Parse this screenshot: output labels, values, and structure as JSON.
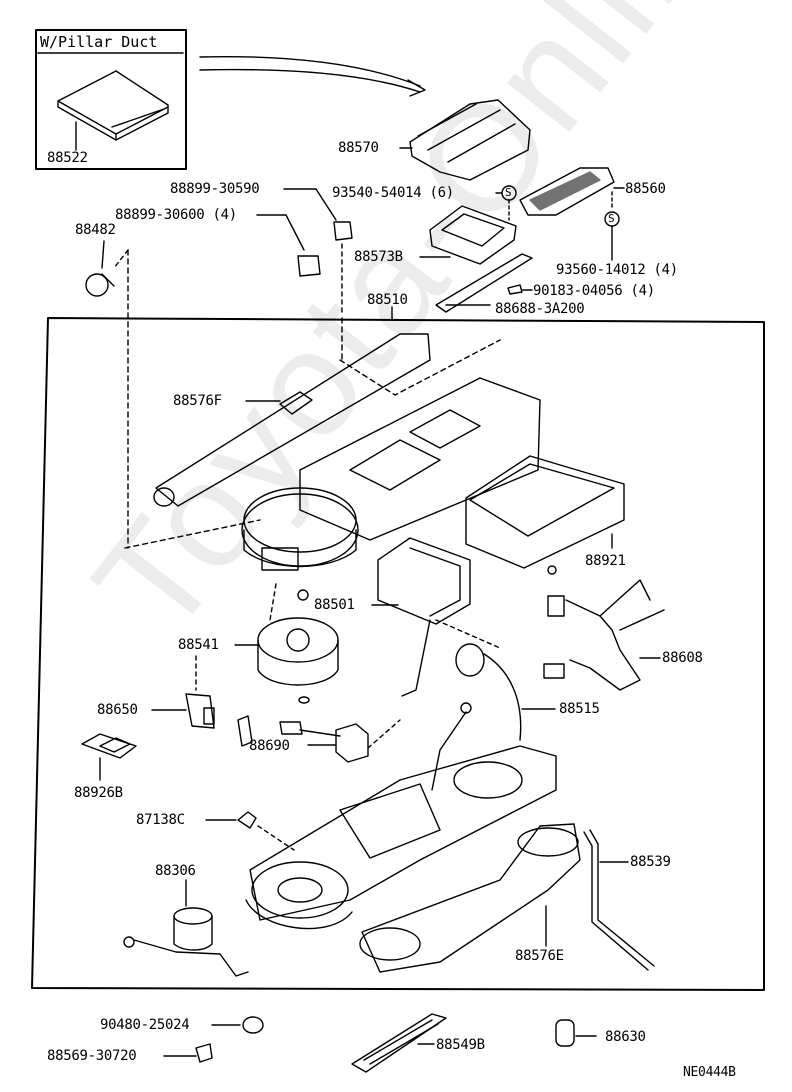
{
  "diagram": {
    "code": "NE0444B",
    "watermark": "Toyota-Online.ru",
    "inset": {
      "title": "W/Pillar Duct",
      "part": "88522"
    },
    "main_assembly": "88510",
    "parts": {
      "p88570": "88570",
      "p88899_30590": "88899-30590",
      "p93540": "93540-54014 (6)",
      "p88560": "88560",
      "p88899_30600": "88899-30600 (4)",
      "p88482": "88482",
      "p88573B": "88573B",
      "p93560": "93560-14012 (4)",
      "p90183": "90183-04056 (4)",
      "p88688": "88688-3A200",
      "p88576F": "88576F",
      "p88921": "88921",
      "p88501": "88501",
      "p88541": "88541",
      "p88608": "88608",
      "p88650": "88650",
      "p88515": "88515",
      "p88690": "88690",
      "p88926B": "88926B",
      "p87138C": "87138C",
      "p88539": "88539",
      "p88306": "88306",
      "p88576E": "88576E",
      "p90480": "90480-25024",
      "p88630": "88630",
      "p88549B": "88549B",
      "p88569": "88569-30720"
    },
    "symbols": {
      "s_marker": "S"
    }
  }
}
